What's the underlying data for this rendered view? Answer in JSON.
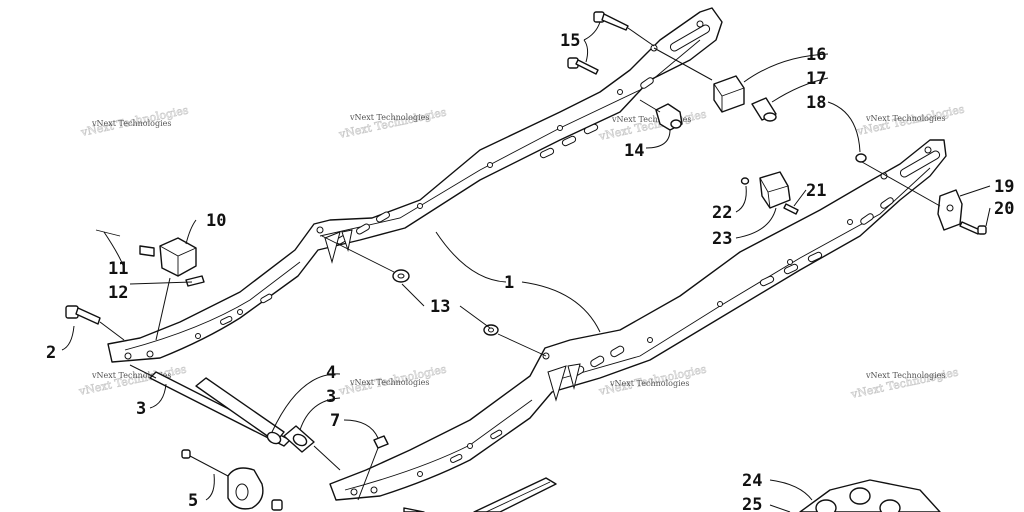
{
  "watermark": "vNext Technologies",
  "callouts": [
    {
      "id": "c1",
      "text": "1"
    },
    {
      "id": "c2",
      "text": "2"
    },
    {
      "id": "c3a",
      "text": "3"
    },
    {
      "id": "c3b",
      "text": "3"
    },
    {
      "id": "c4",
      "text": "4"
    },
    {
      "id": "c5",
      "text": "5"
    },
    {
      "id": "c7",
      "text": "7"
    },
    {
      "id": "c10",
      "text": "10"
    },
    {
      "id": "c11",
      "text": "11"
    },
    {
      "id": "c12",
      "text": "12"
    },
    {
      "id": "c13",
      "text": "13"
    },
    {
      "id": "c14",
      "text": "14"
    },
    {
      "id": "c15",
      "text": "15"
    },
    {
      "id": "c16",
      "text": "16"
    },
    {
      "id": "c17",
      "text": "17"
    },
    {
      "id": "c18",
      "text": "18"
    },
    {
      "id": "c19",
      "text": "19"
    },
    {
      "id": "c20",
      "text": "20"
    },
    {
      "id": "c21",
      "text": "21"
    },
    {
      "id": "c22",
      "text": "22"
    },
    {
      "id": "c23",
      "text": "23"
    },
    {
      "id": "c24",
      "text": "24"
    },
    {
      "id": "c25",
      "text": "25"
    }
  ],
  "colors": {
    "line": "#111111",
    "background": "#ffffff",
    "watermark": "#555555"
  }
}
